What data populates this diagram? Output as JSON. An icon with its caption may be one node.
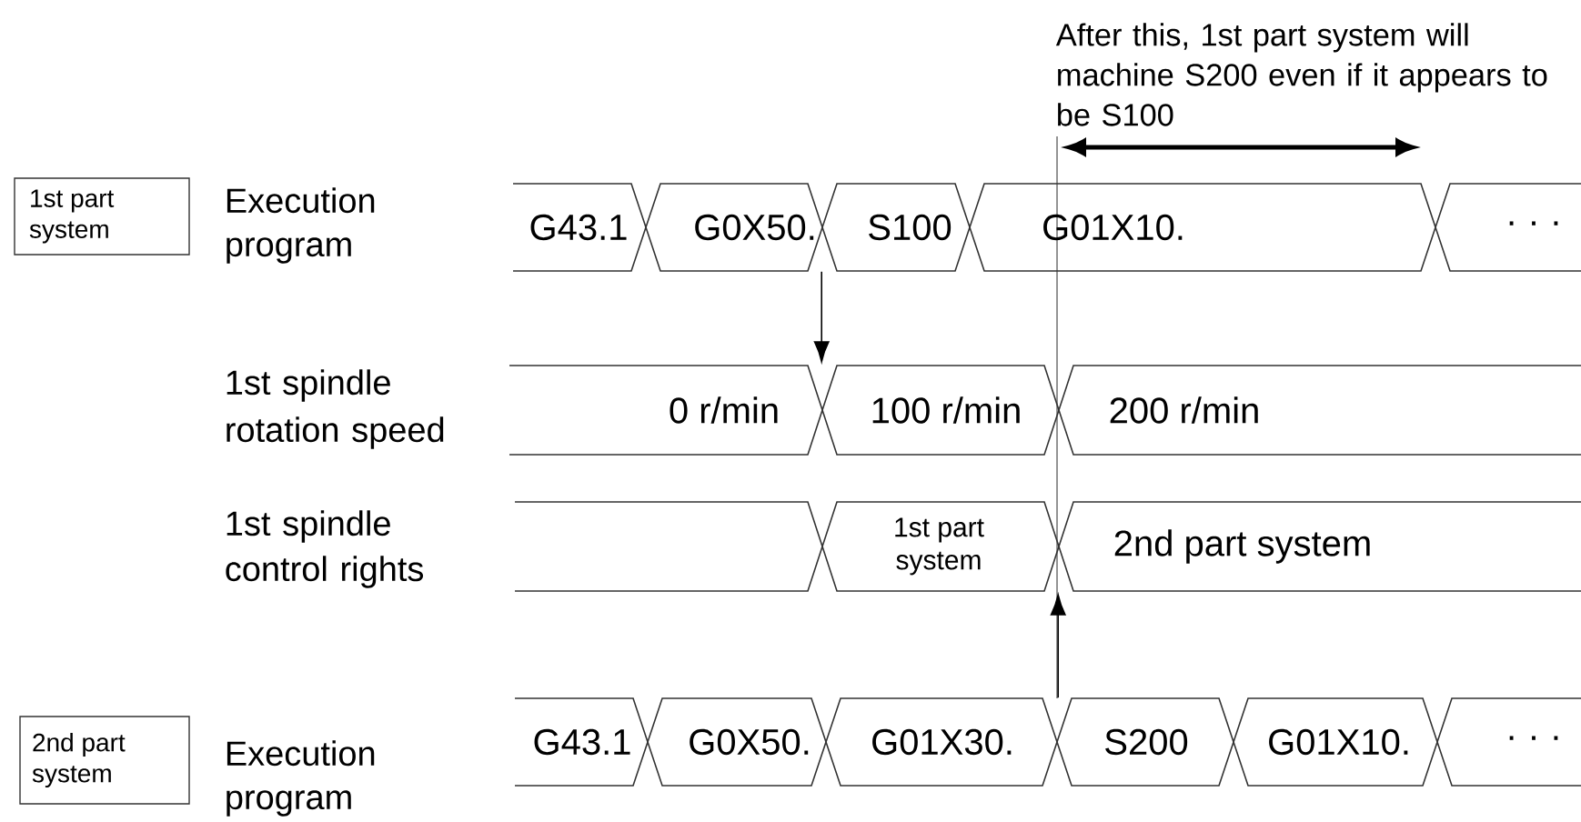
{
  "diagram": {
    "nodes": [
      {
        "text": [
          "1st part system"
        ]
      },
      {
        "text": [
          "G43.1"
        ]
      },
      {
        "text": [
          "G0X50."
        ]
      },
      {
        "text": [
          "S100"
        ]
      },
      {
        "text": [
          "G01X10."
        ]
      },
      {
        "text": [
          "· · ·"
        ]
      },
      {
        "text": [
          "0 r/min"
        ]
      },
      {
        "text": [
          "100 r/min"
        ]
      },
      {
        "text": [
          "200 r/min"
        ]
      },
      {
        "text": [],
        "shape": "bar"
      },
      {
        "text": [
          "1st part system"
        ]
      },
      {
        "text": [
          "2nd part system"
        ]
      },
      {
        "text": [
          "2nd part system"
        ]
      },
      {
        "text": [
          "G43.1"
        ]
      },
      {
        "text": [
          "G0X50."
        ]
      },
      {
        "text": [
          "G01X30."
        ]
      },
      {
        "text": [
          "S200"
        ]
      },
      {
        "text": [
          "G01X10."
        ]
      },
      {
        "text": [
          "· · ·"
        ]
      }
    ],
    "edges": [
      {
        "from": 2,
        "to": 7,
        "arrow": "to"
      },
      {
        "from": 16,
        "to": 11,
        "arrow": "to"
      }
    ],
    "labels": [
      "After this, 1st part system will machine S200 even if it appears to be S100",
      "Execution program",
      "1st spindle rotation speed",
      "1st spindle control rights",
      "Execution program"
    ]
  }
}
